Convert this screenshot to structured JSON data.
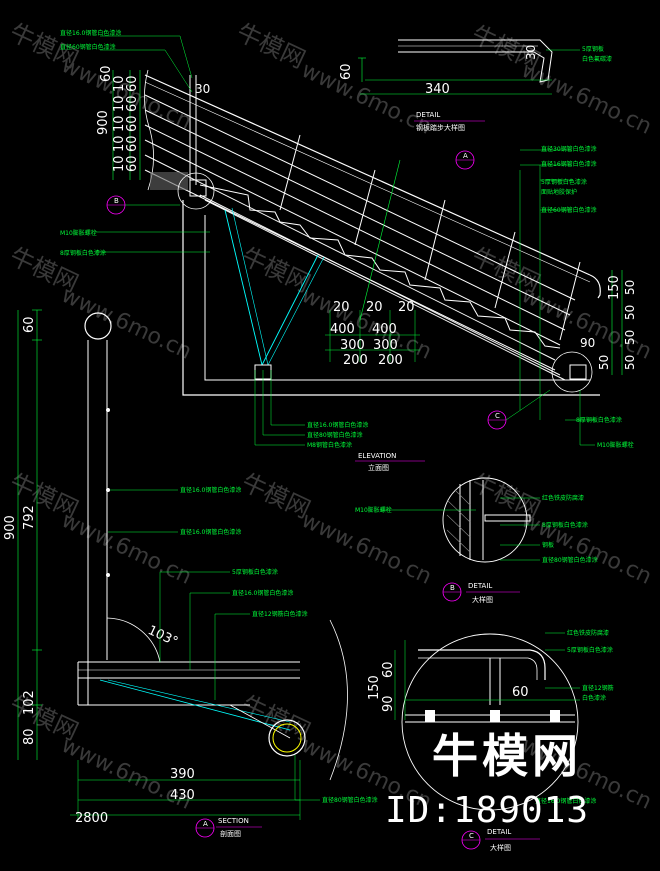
{
  "watermark": {
    "brand_cn": "牛模网",
    "url": "www.6mo.cn"
  },
  "brand_overlay": {
    "name": "牛模网",
    "id": "ID:189013"
  },
  "detail_top": {
    "dims": [
      "340",
      "60",
      "30"
    ],
    "notes": [
      "5厚钢板",
      "白色氟碳漆"
    ],
    "label": "DETAIL",
    "label_cn": "钢板踏步大样图"
  },
  "elevation": {
    "dims_left": [
      "900",
      "10",
      "10",
      "10",
      "10",
      "10"
    ],
    "dims_left2": [
      "60",
      "60",
      "60",
      "60",
      "60",
      "60"
    ],
    "dims_top": [
      "30"
    ],
    "dims_right": [
      "150",
      "50",
      "50",
      "50",
      "50",
      "50"
    ],
    "dims_bottom": [
      "20",
      "20",
      "20",
      "400",
      "400",
      "300",
      "300",
      "200",
      "200",
      "90"
    ],
    "notes_top_left": [
      "直径16.0钢管白色漆涂",
      "直径60钢管白色漆涂"
    ],
    "notes_left": [
      "M10膨胀螺栓",
      "8厚钢板白色漆涂"
    ],
    "notes_right": [
      "直径30钢管白色漆涂",
      "直径16钢管白色漆涂",
      "5厚钢板白色漆涂",
      "面贴地胶保护",
      "直径60钢管白色漆涂"
    ],
    "notes_bottom": [
      "直径16.0钢管白色漆涂",
      "直径80钢管白色漆涂",
      "M8钢管白色漆涂"
    ],
    "notes_br": [
      "8厚钢板白色漆涂",
      "M10膨胀螺栓"
    ],
    "marker_a": "A",
    "marker_b": "B",
    "marker_c": "C",
    "label": "ELEVATION",
    "label_cn": "立面图"
  },
  "section": {
    "dims_left": [
      "900",
      "792",
      "102",
      "80"
    ],
    "dims_top": [
      "60"
    ],
    "dims_bottom": [
      "390",
      "430",
      "2800"
    ],
    "angle": "103°",
    "notes": [
      "直径16.0钢管白色漆涂",
      "直径16.0钢管白色漆涂",
      "5厚钢板白色漆涂",
      "直径16.0钢管白色漆涂",
      "直径12钢筋白色漆涂",
      "直径80钢管白色漆涂"
    ],
    "marker": "A",
    "label": "SECTION",
    "label_cn": "剖面图"
  },
  "detail_b": {
    "notes": [
      "M10膨胀螺栓",
      "红色铁皮防腐漆",
      "8厚钢板白色漆涂",
      "钢板",
      "直径80钢管白色漆涂"
    ],
    "marker": "B",
    "label": "DETAIL",
    "label_cn": "大样图"
  },
  "detail_c": {
    "dims": [
      "150",
      "90",
      "60",
      "60"
    ],
    "notes": [
      "红色铁皮防腐漆",
      "5厚钢板白色漆涂",
      "直径12钢筋",
      "白色漆涂",
      "直径16.0钢管白色漆涂"
    ],
    "marker": "C",
    "label": "DETAIL",
    "label_cn": "大样图"
  }
}
